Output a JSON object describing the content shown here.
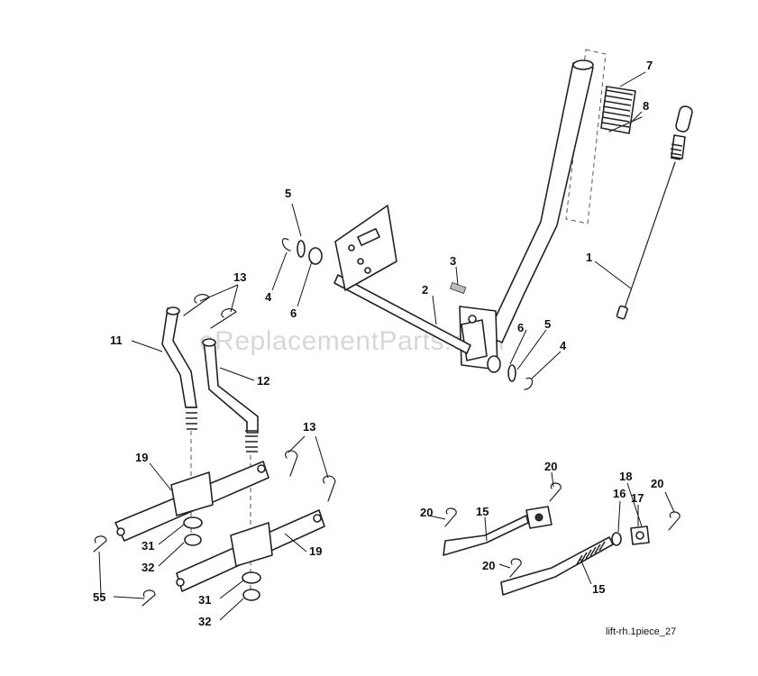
{
  "watermark": "eReplacementParts.com",
  "caption": "lift-rh.1piece_27",
  "callouts": {
    "c1": "1",
    "c2": "2",
    "c3": "3",
    "c4a": "4",
    "c4b": "4",
    "c5a": "5",
    "c5b": "5",
    "c6a": "6",
    "c6b": "6",
    "c7": "7",
    "c8": "8",
    "c11": "11",
    "c12": "12",
    "c13a": "13",
    "c13b": "13",
    "c15a": "15",
    "c15b": "15",
    "c16": "16",
    "c17": "17",
    "c18": "18",
    "c19a": "19",
    "c19b": "19",
    "c20a": "20",
    "c20b": "20",
    "c20c": "20",
    "c20d": "20",
    "c31a": "31",
    "c31b": "31",
    "c32a": "32",
    "c32b": "32",
    "c55": "55"
  }
}
